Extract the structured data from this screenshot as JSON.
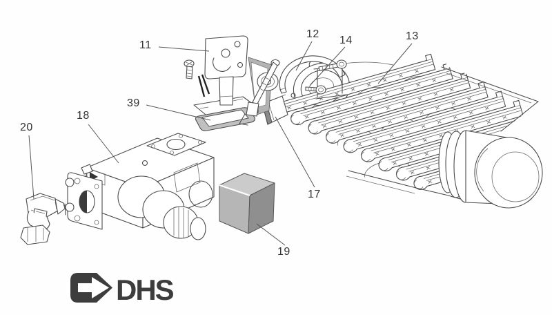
{
  "part_labels": [
    {
      "text": "11"
    },
    {
      "text": "12"
    },
    {
      "text": "13"
    },
    {
      "text": "14"
    },
    {
      "text": "17"
    },
    {
      "text": "18"
    },
    {
      "text": "19"
    },
    {
      "text": "20"
    },
    {
      "text": "39"
    }
  ],
  "logo": {
    "text": "DHS"
  },
  "colors": {
    "line": "#4a4a4a",
    "label_text": "#333333",
    "logo": "#3d3d3d",
    "gasket_gray": "#c0c0c0",
    "sheet_gray": "#b3b3b3",
    "cube_top": "#cbcbcb",
    "cube_front": "#b6b6b6",
    "cube_side": "#8f8f8f",
    "deflector_gray": "#8a8a8a"
  }
}
